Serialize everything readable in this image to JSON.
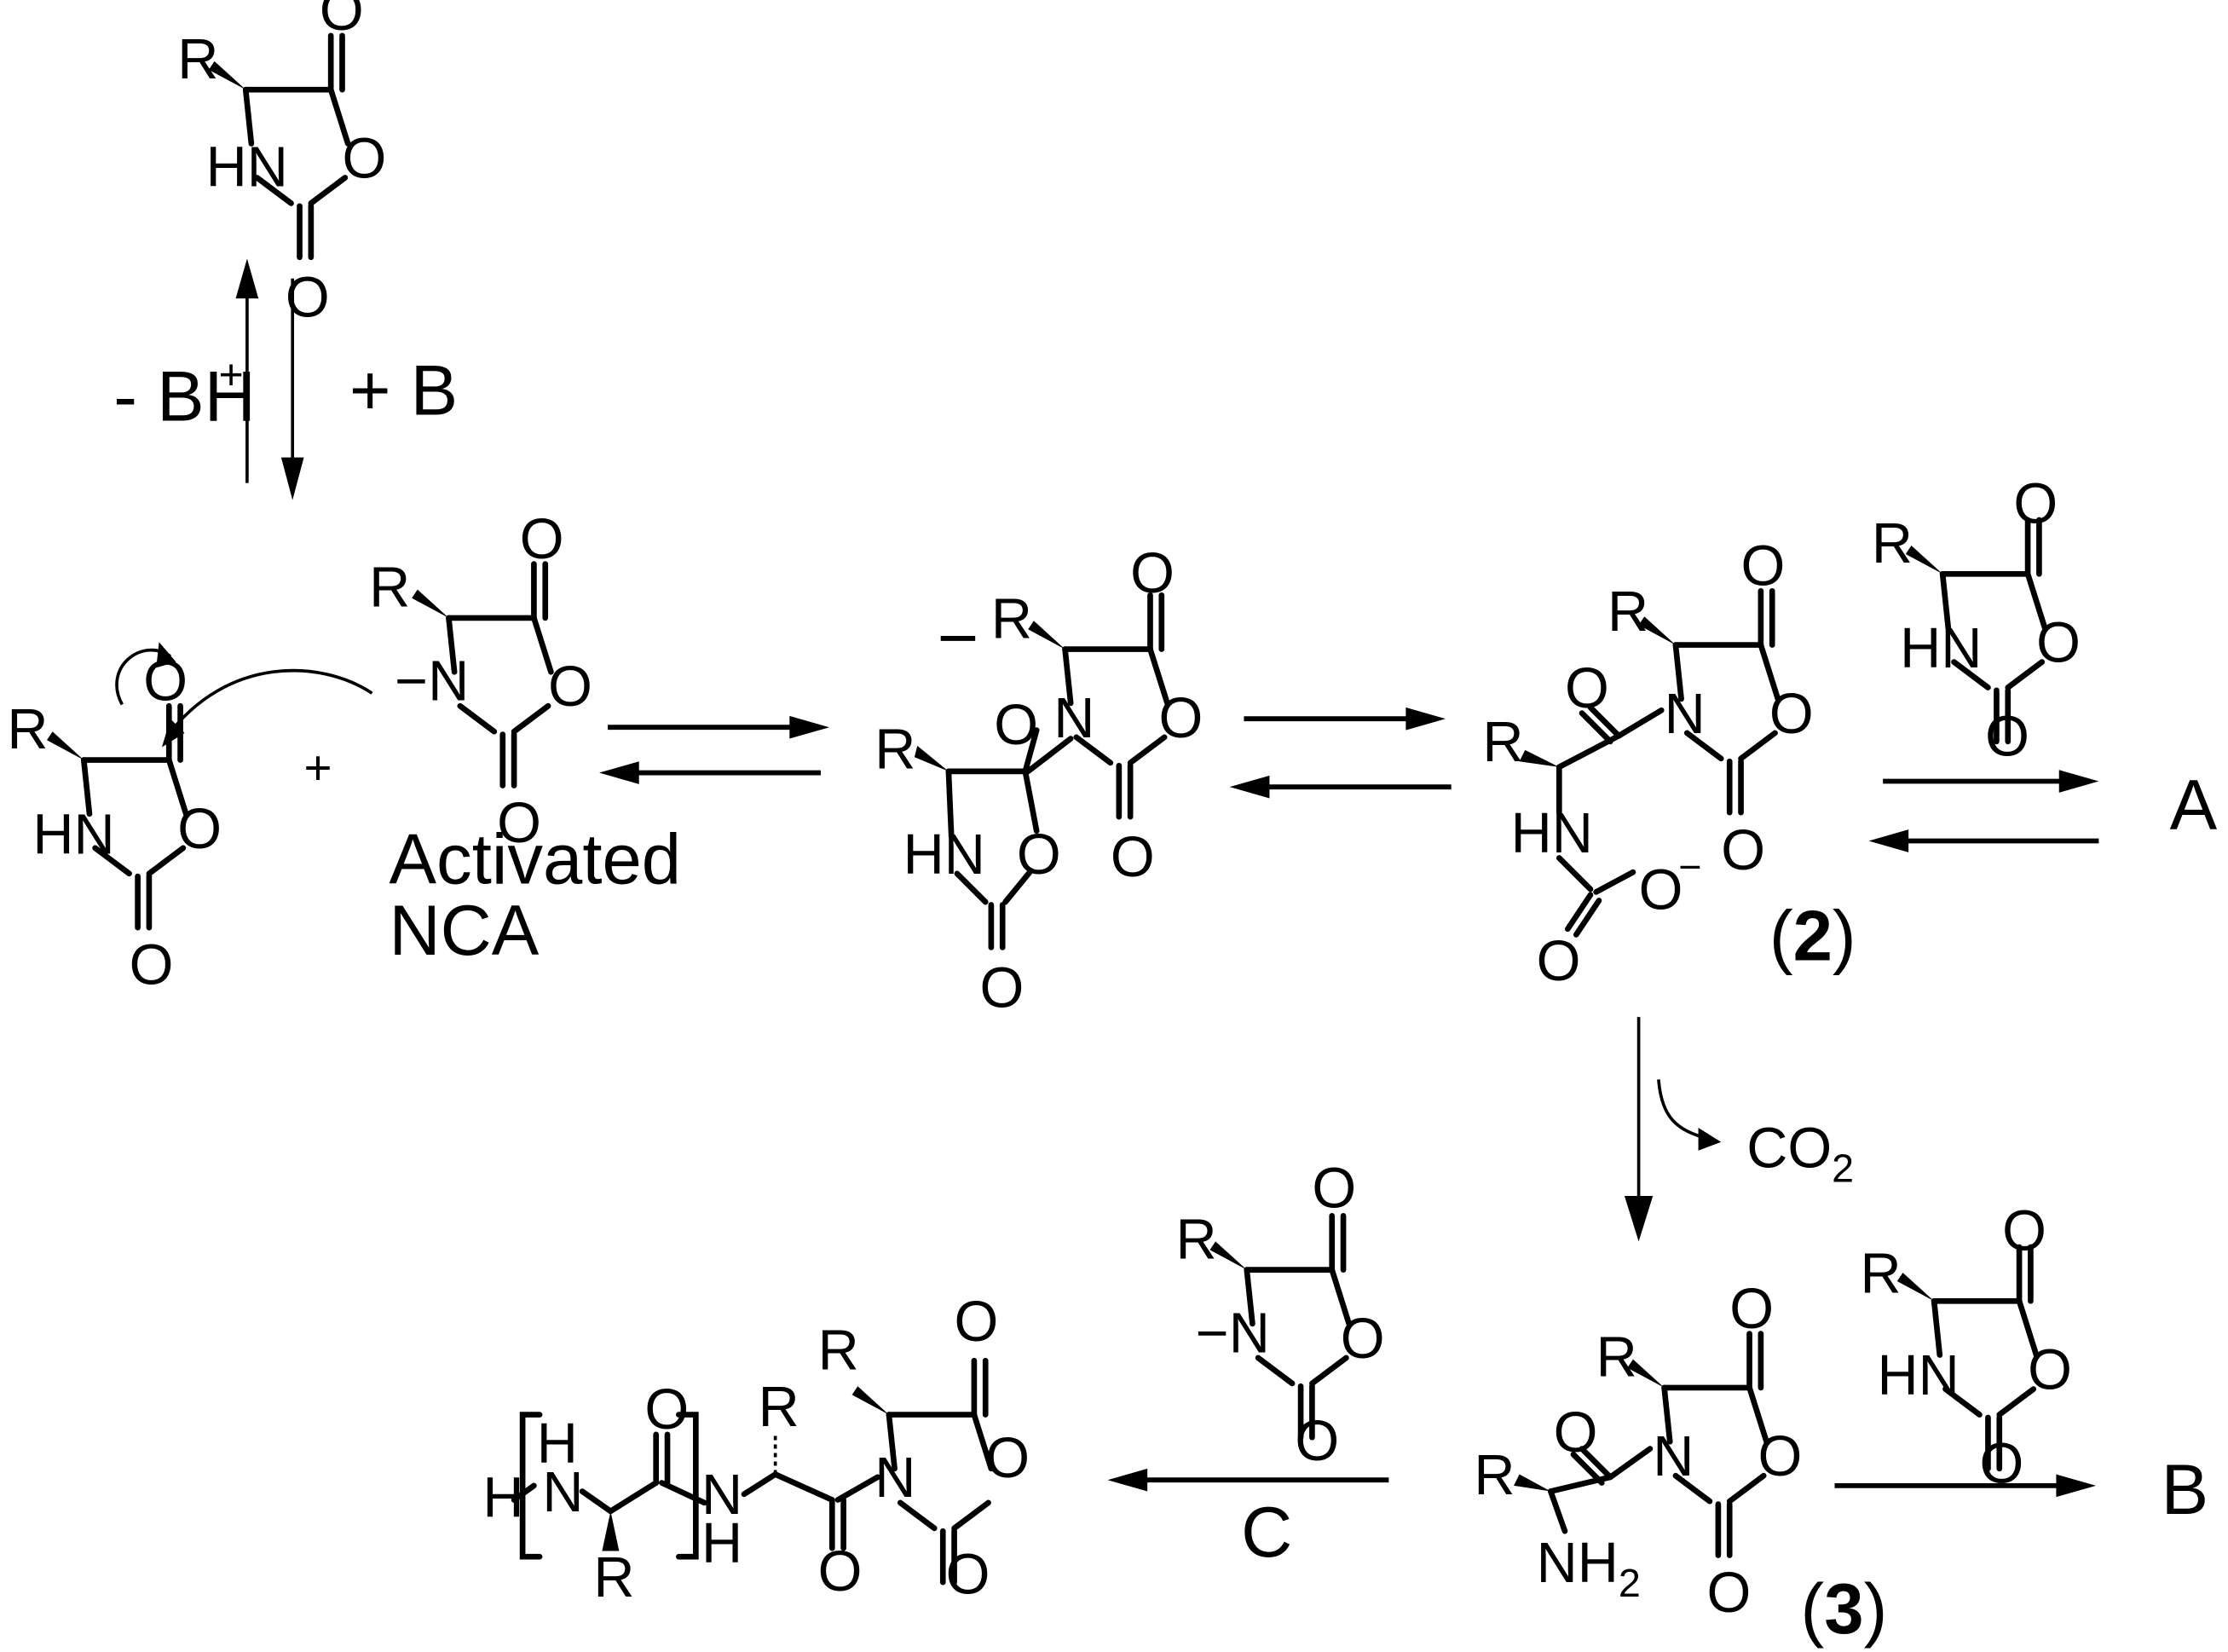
{
  "labels": {
    "R": "R",
    "O": "O",
    "HN": "HN",
    "N": "N",
    "NH": "NH",
    "H": "H",
    "minus_N": "−N",
    "minus": "−",
    "plus_sign": "+",
    "minus_bh": "- BH",
    "plus_b": "+ B",
    "activated": "Activated",
    "nca": "NCA",
    "co": "CO",
    "two": "2",
    "A": "A",
    "B": "B",
    "C": "C"
  },
  "compounds": {
    "c2": "2",
    "c3": "3"
  }
}
